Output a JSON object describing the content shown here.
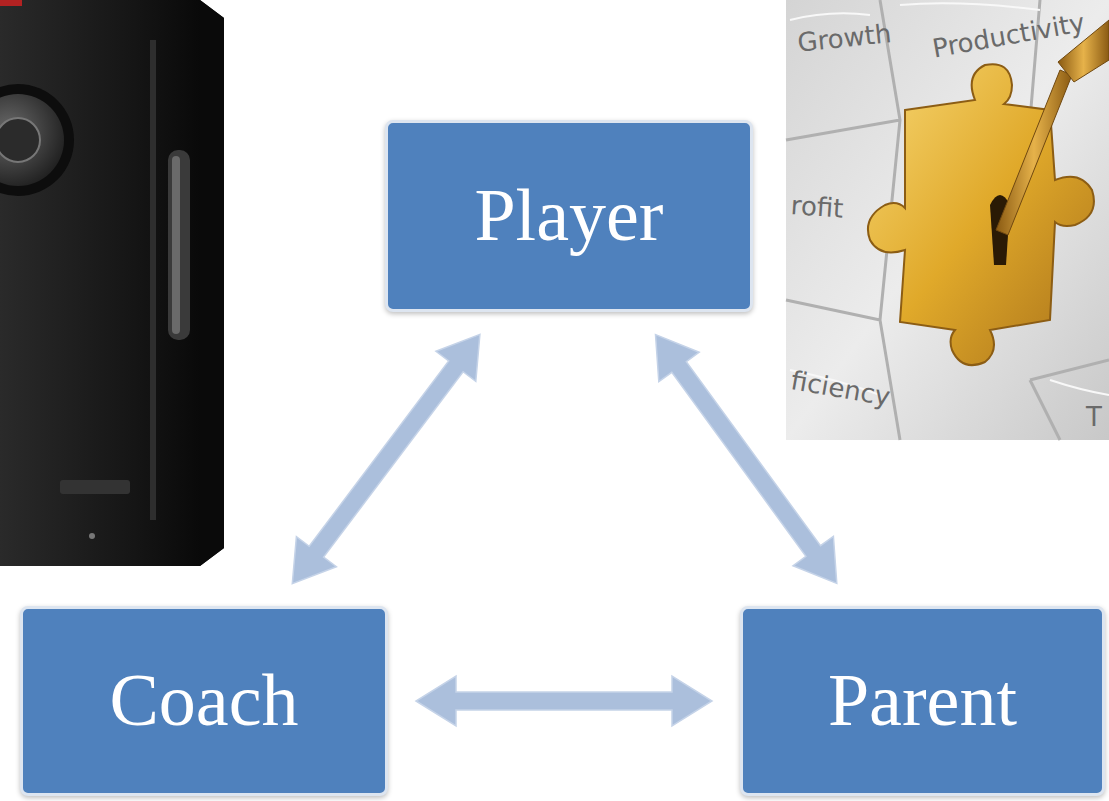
{
  "diagram": {
    "nodes": [
      {
        "text": [
          "Player"
        ]
      },
      {
        "text": [
          "Coach"
        ]
      },
      {
        "text": [
          "Parent"
        ]
      }
    ],
    "edges": [
      {
        "from": 0,
        "to": 1,
        "arrow": "both"
      },
      {
        "from": 0,
        "to": 2,
        "arrow": "both"
      },
      {
        "from": 1,
        "to": 2,
        "arrow": "both"
      }
    ],
    "labels": [
      "Growth",
      "Productivity",
      "rofit",
      "ficiency",
      "T"
    ]
  }
}
